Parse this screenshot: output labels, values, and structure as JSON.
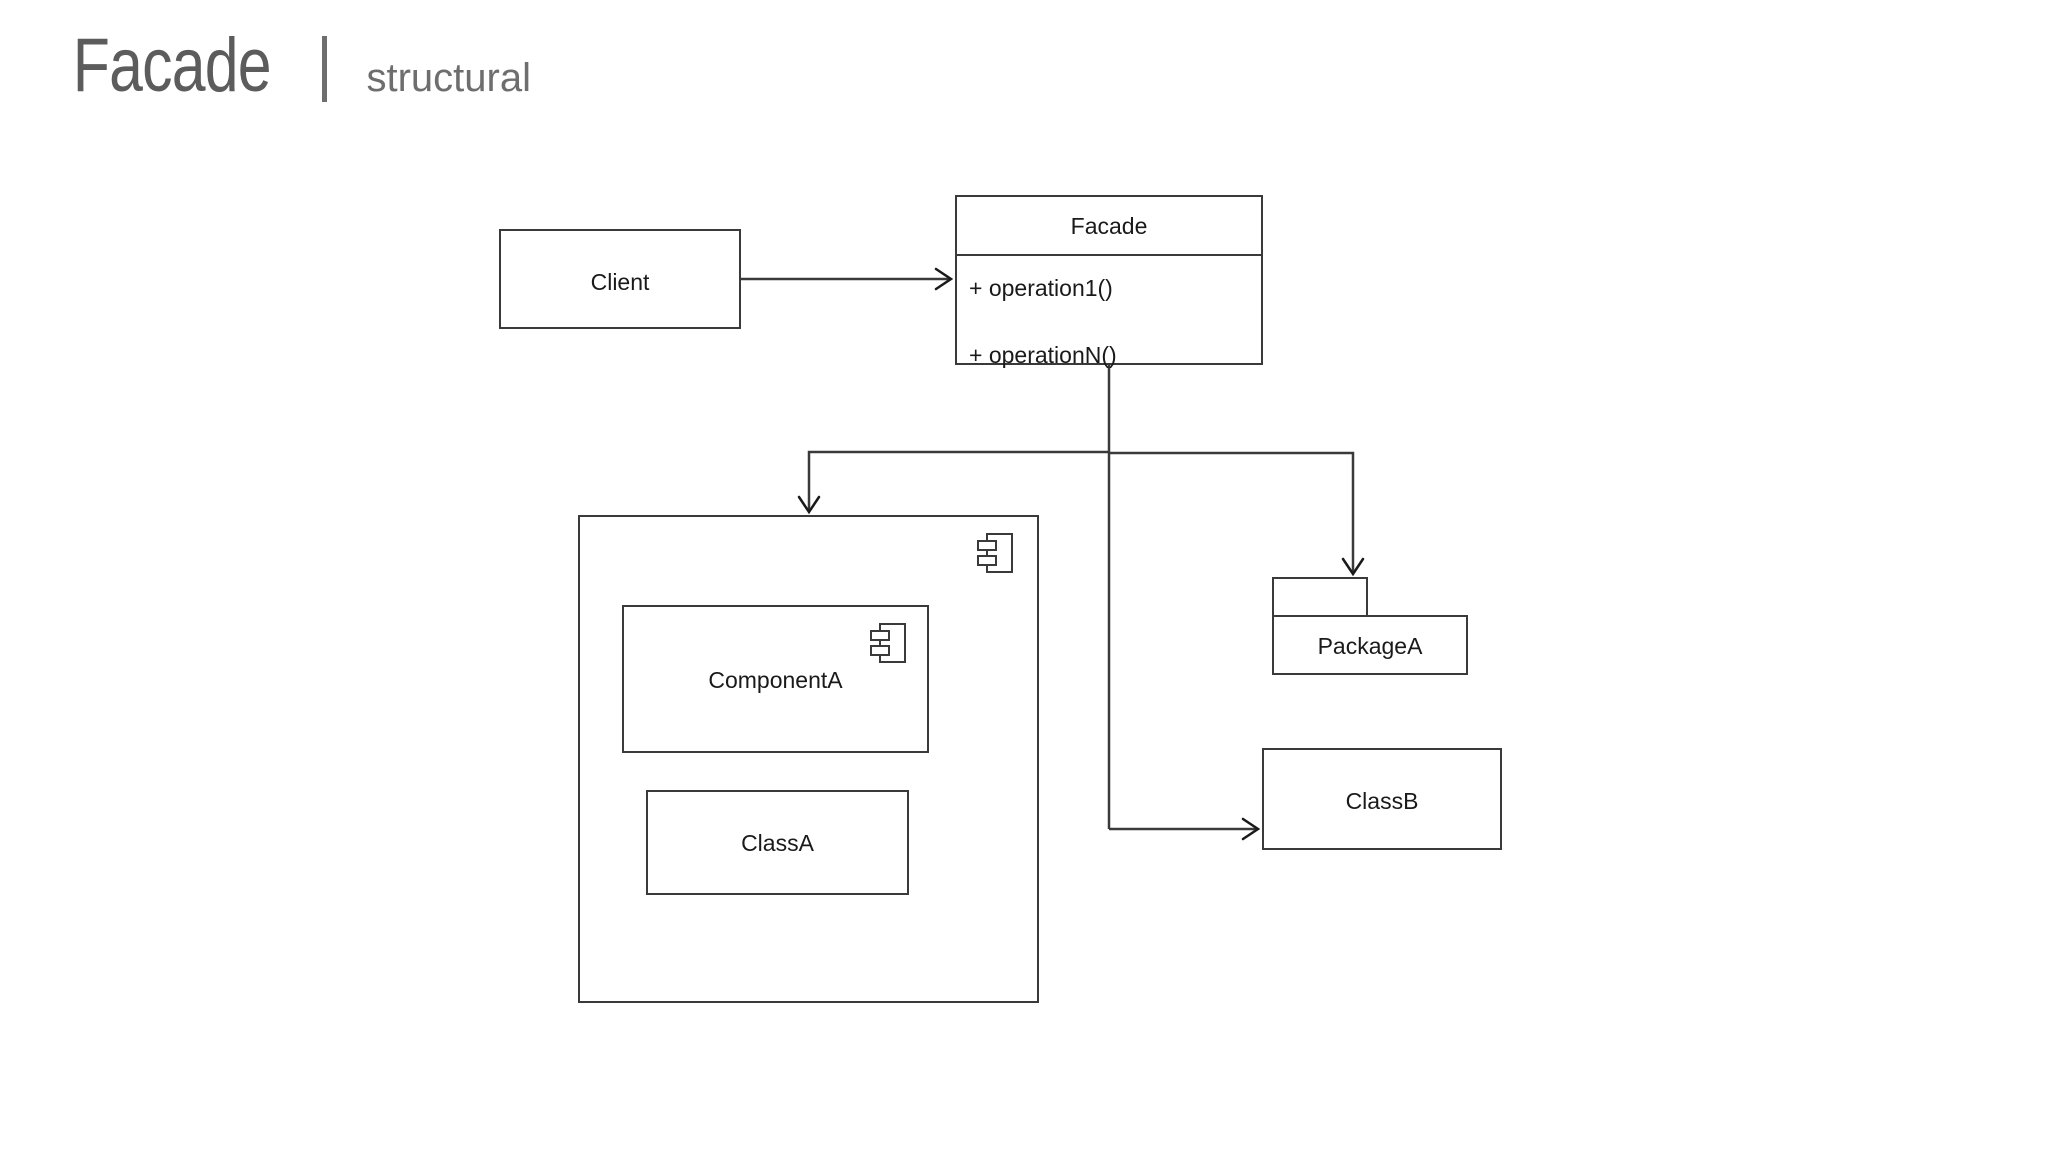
{
  "header": {
    "title": "Facade",
    "divider": "|",
    "category": "structural"
  },
  "diagram": {
    "type": "uml-class-diagram",
    "nodes": [
      {
        "id": "client",
        "label": "Client",
        "shape": "class"
      },
      {
        "id": "facade",
        "label": "Facade",
        "shape": "class-with-operations",
        "operations": [
          "+ operation1()",
          "+ operationN()"
        ]
      },
      {
        "id": "subsystem",
        "label": "",
        "shape": "component",
        "icon": "component-icon"
      },
      {
        "id": "componenta",
        "label": "ComponentA",
        "shape": "component",
        "icon": "component-icon"
      },
      {
        "id": "classa",
        "label": "ClassA",
        "shape": "class"
      },
      {
        "id": "packagea",
        "label": "PackageA",
        "shape": "package"
      },
      {
        "id": "classb",
        "label": "ClassB",
        "shape": "class"
      }
    ],
    "edges": [
      {
        "from": "client",
        "to": "facade",
        "arrow": "open"
      },
      {
        "from": "facade",
        "to": "subsystem",
        "arrow": "open"
      },
      {
        "from": "facade",
        "to": "packagea",
        "arrow": "open"
      },
      {
        "from": "facade",
        "to": "classb",
        "arrow": "open"
      }
    ]
  },
  "colors": {
    "background": "#ffffff",
    "stroke": "#3a3a3a",
    "text": "#1a1a1a",
    "title": "#5c5c5c",
    "subtitle": "#6e6e6e"
  }
}
